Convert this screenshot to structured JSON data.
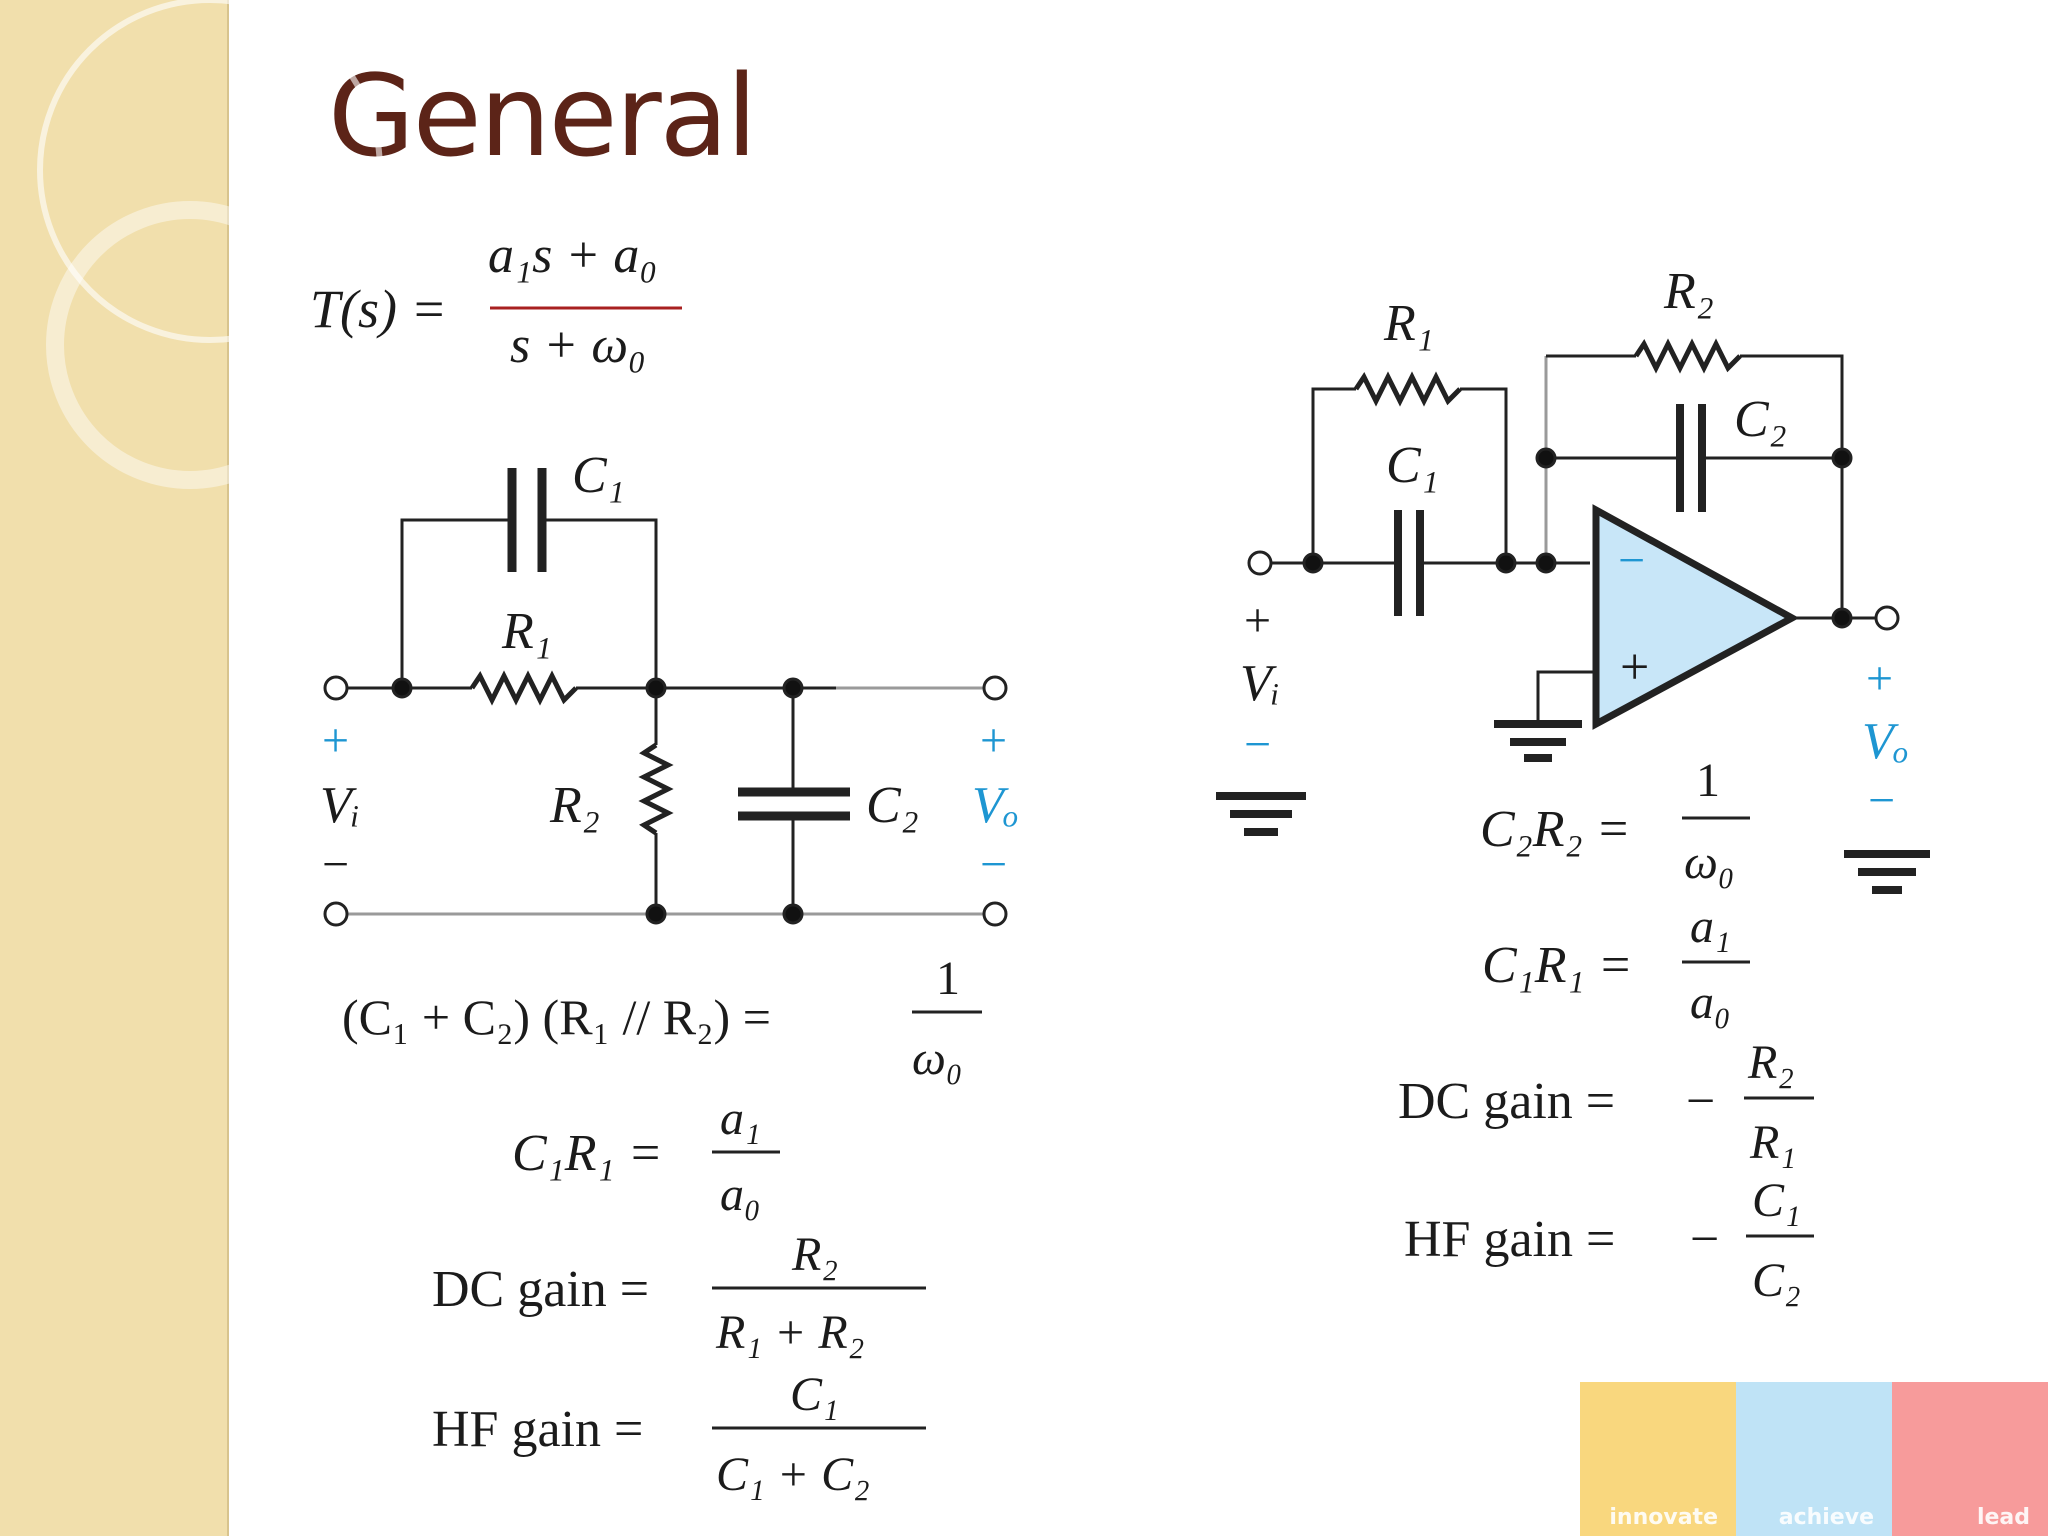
{
  "slide": {
    "title": "General"
  },
  "colors": {
    "sidebar": "#f1dfac",
    "title": "#5c2418",
    "opamp_fill": "#c8e6f8",
    "label_blue": "#1e96d2"
  },
  "transfer_function": {
    "lhs": "T(s) =",
    "numerator": "a₁s + a₀",
    "denominator": "s + ω₀"
  },
  "passive_circuit": {
    "labels": {
      "c1": "C₁",
      "r1": "R₁",
      "r2": "R₂",
      "c2": "C₂",
      "vi": "Vᵢ",
      "vo": "Vₒ",
      "plus": "+",
      "minus": "−"
    },
    "equations": {
      "eq1_lhs": "(C₁ + C₂) (R₁ // R₂) =",
      "eq1_num": "1",
      "eq1_den": "ω₀",
      "eq2_lhs": "C₁R₁ =",
      "eq2_num": "a₁",
      "eq2_den": "a₀",
      "eq3_lhs": "DC gain =",
      "eq3_num": "R₂",
      "eq3_den": "R₁ + R₂",
      "eq4_lhs": "HF gain =",
      "eq4_num": "C₁",
      "eq4_den": "C₁ + C₂"
    }
  },
  "active_circuit": {
    "labels": {
      "r1": "R₁",
      "r2": "R₂",
      "c1": "C₁",
      "c2": "C₂",
      "vi": "Vᵢ",
      "vo": "Vₒ",
      "plus": "+",
      "minus": "−",
      "op_minus": "−",
      "op_plus": "+"
    },
    "equations": {
      "eq1_lhs": "C₂R₂ =",
      "eq1_num": "1",
      "eq1_den": "ω₀",
      "eq2_lhs": "C₁R₁ =",
      "eq2_num": "a₁",
      "eq2_den": "a₀",
      "eq3_lhs": "DC gain =",
      "eq3_sign": "−",
      "eq3_num": "R₂",
      "eq3_den": "R₁",
      "eq4_lhs": "HF gain =",
      "eq4_sign": "−",
      "eq4_num": "C₁",
      "eq4_den": "C₂"
    }
  },
  "logo": {
    "words": [
      "innovate",
      "achieve",
      "lead"
    ],
    "colors": [
      "#f9d77e",
      "#bfe3f6",
      "#f79b9b"
    ]
  }
}
